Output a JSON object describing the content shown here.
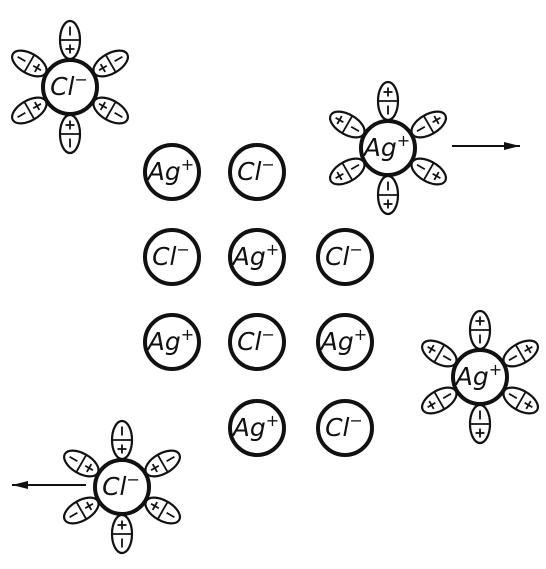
{
  "ions": {
    "ag": {
      "symbol": "Ag",
      "charge": "+"
    },
    "cl": {
      "symbol": "Cl",
      "charge": "−"
    }
  },
  "water_dipole": {
    "plus": "+",
    "minus": "−"
  },
  "lattice": [
    [
      "ag",
      "cl",
      null
    ],
    [
      "cl",
      "ag",
      "cl"
    ],
    [
      "ag",
      "cl",
      "ag"
    ],
    [
      null,
      "ag",
      "cl"
    ]
  ],
  "hydrated_ions": [
    {
      "id": "hydrated-cl-top-left",
      "ion": "cl",
      "dipole_count": 6,
      "arrow": null
    },
    {
      "id": "hydrated-ag-top-right",
      "ion": "ag",
      "dipole_count": 6,
      "arrow": "right"
    },
    {
      "id": "hydrated-ag-right",
      "ion": "ag",
      "dipole_count": 6,
      "arrow": null
    },
    {
      "id": "hydrated-cl-bottom-left",
      "ion": "cl",
      "dipole_count": 6,
      "arrow": "left"
    }
  ]
}
